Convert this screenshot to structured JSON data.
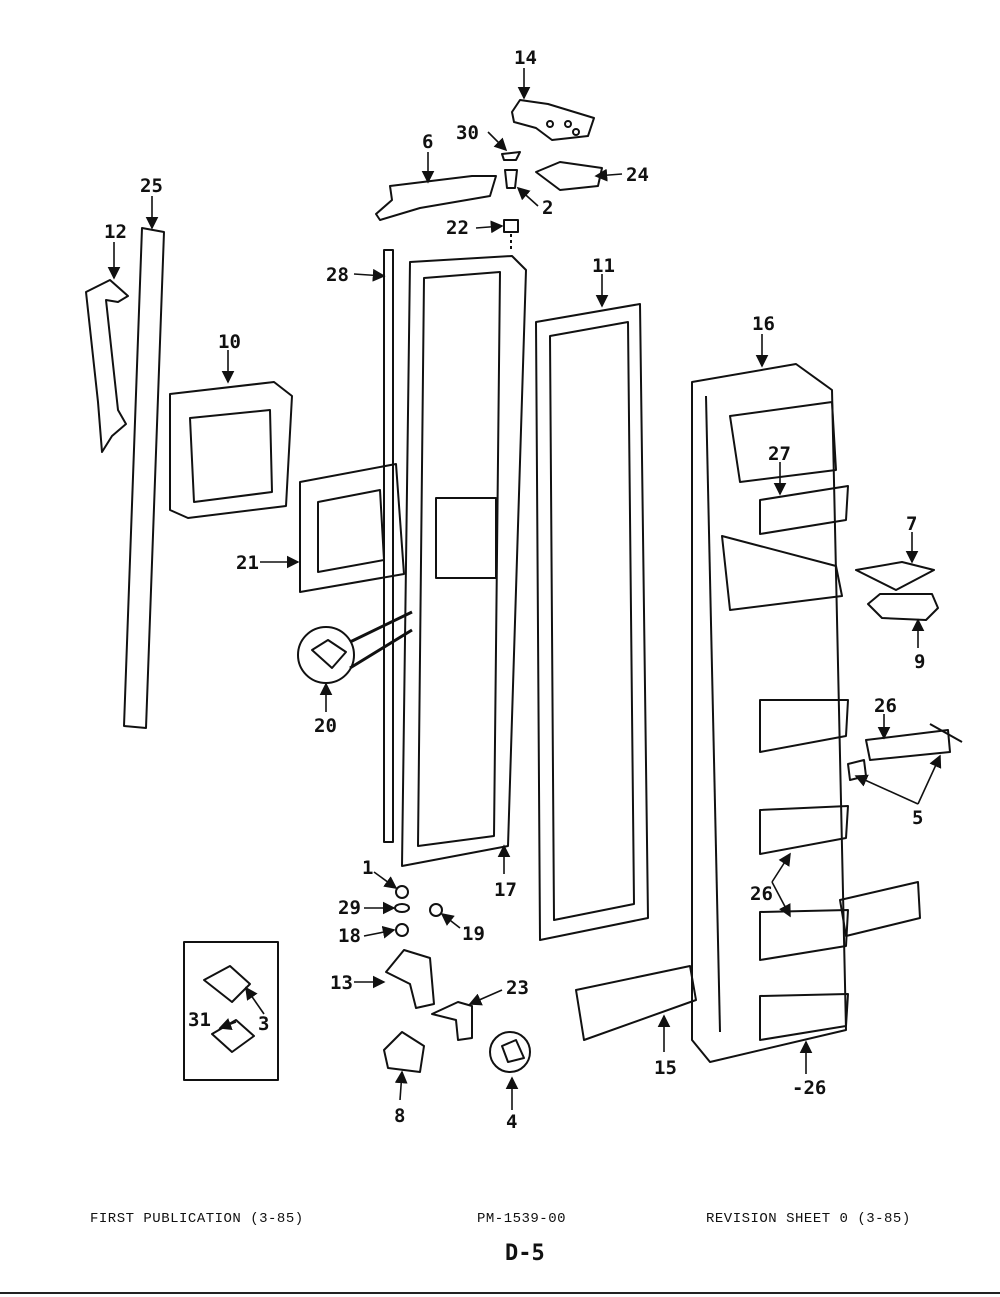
{
  "diagram": {
    "labels": {
      "p1": "1",
      "p2": "2",
      "p3": "3",
      "p4": "4",
      "p5": "5",
      "p6": "6",
      "p7": "7",
      "p8": "8",
      "p9": "9",
      "p10": "10",
      "p11": "11",
      "p12": "12",
      "p13": "13",
      "p14": "14",
      "p15": "15",
      "p16": "16",
      "p17": "17",
      "p18": "18",
      "p19": "19",
      "p20": "20",
      "p21": "21",
      "p22": "22",
      "p23": "23",
      "p24": "24",
      "p25": "25",
      "p26a": "26",
      "p26b": "26",
      "p26c": "-26",
      "p27": "27",
      "p28": "28",
      "p29": "29",
      "p30": "30",
      "p31": "31"
    }
  },
  "footer": {
    "left": "FIRST PUBLICATION (3-85)",
    "center": "PM-1539-00",
    "right": "REVISION SHEET 0 (3-85)",
    "page": "D-5"
  }
}
